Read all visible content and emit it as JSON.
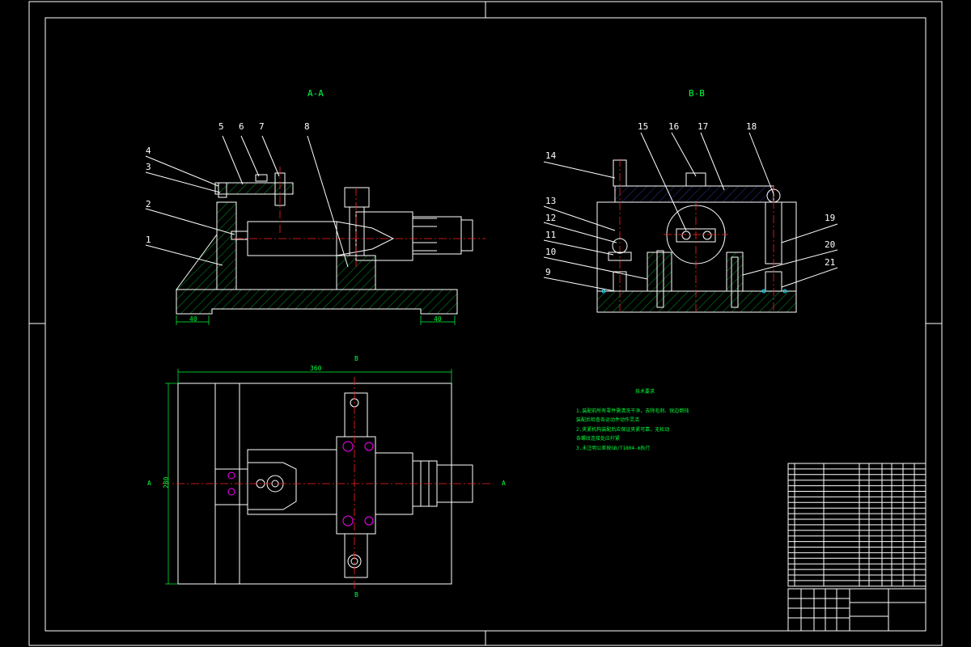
{
  "drawing": {
    "section_aa_title": "A-A",
    "section_bb_title": "B-B",
    "part_numbers_aa": [
      "1",
      "2",
      "3",
      "4",
      "5",
      "6",
      "7",
      "8"
    ],
    "part_numbers_bb": [
      "9",
      "10",
      "11",
      "12",
      "13",
      "14",
      "15",
      "16",
      "17",
      "18",
      "19",
      "20",
      "21"
    ],
    "dimensions": {
      "left_40": "40",
      "right_40": "40",
      "width_360": "360",
      "height_280": "280"
    },
    "view_marks": {
      "b_top": "B",
      "b_bottom": "B",
      "a_left": "A",
      "a_right": "A"
    },
    "tech_req_title": "技术要求",
    "tech_req_lines": [
      "1.装配前所有零件需清洗干净，去除毛刺、锐边倒钝",
      "装配后检查各运动件动作灵活",
      "2.夹紧机构装配后应保证夹紧可靠，无松动",
      "各螺纹连接处应拧紧",
      "3.未注明公差按GB/T1804-m执行"
    ]
  }
}
